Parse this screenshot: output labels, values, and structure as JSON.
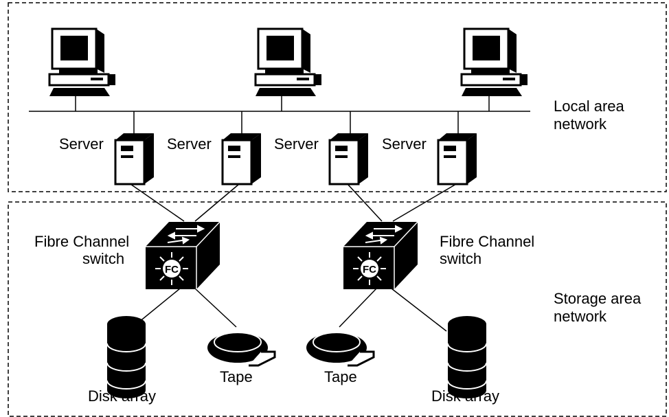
{
  "regions": {
    "lan": {
      "label_line1": "Local area",
      "label_line2": "network"
    },
    "san": {
      "label_line1": "Storage area",
      "label_line2": "network"
    }
  },
  "servers": [
    {
      "label": "Server"
    },
    {
      "label": "Server"
    },
    {
      "label": "Server"
    },
    {
      "label": "Server"
    }
  ],
  "switches": [
    {
      "label_line1": "Fibre Channel",
      "label_line2": "switch",
      "logo": "FC"
    },
    {
      "label_line1": "Fibre Channel",
      "label_line2": "switch",
      "logo": "FC"
    }
  ],
  "storage": {
    "disk_left": "Disk array",
    "tape_left": "Tape",
    "tape_right": "Tape",
    "disk_right": "Disk array"
  },
  "icons": {
    "workstation": "computer-icon",
    "server": "server-tower-icon",
    "switch": "fibre-channel-switch-icon",
    "disk": "disk-array-icon",
    "tape": "tape-drive-icon"
  },
  "colors": {
    "line": "#000000",
    "background": "#ffffff",
    "icon_fill": "#000000"
  }
}
